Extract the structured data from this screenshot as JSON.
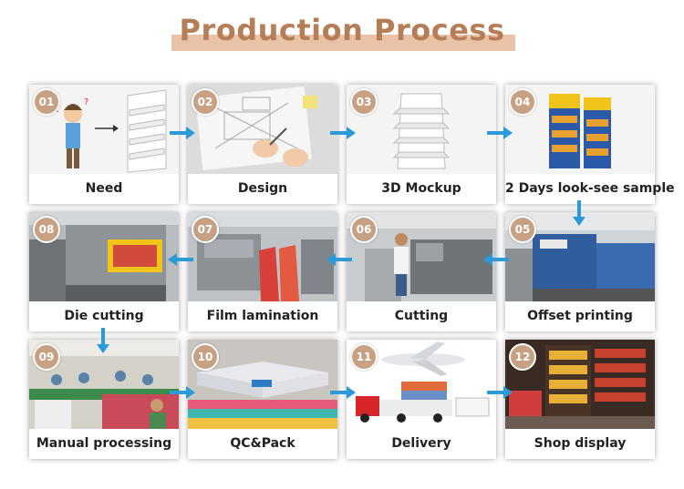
{
  "title": "Production Process",
  "steps": [
    {
      "num": "01",
      "label": "Need"
    },
    {
      "num": "02",
      "label": "Design"
    },
    {
      "num": "03",
      "label": "3D Mockup"
    },
    {
      "num": "04",
      "label": "2 Days look-see sample"
    },
    {
      "num": "05",
      "label": "Offset printing"
    },
    {
      "num": "06",
      "label": "Cutting"
    },
    {
      "num": "07",
      "label": "Film lamination"
    },
    {
      "num": "08",
      "label": "Die cutting"
    },
    {
      "num": "09",
      "label": "Manual processing"
    },
    {
      "num": "10",
      "label": "QC&Pack"
    },
    {
      "num": "11",
      "label": "Delivery"
    },
    {
      "num": "12",
      "label": "Shop display"
    }
  ],
  "colors": {
    "accent": "#c6a184",
    "title": "#b57e56",
    "title_bar": "#e9c3a7",
    "arrow": "#2a9bd8"
  }
}
